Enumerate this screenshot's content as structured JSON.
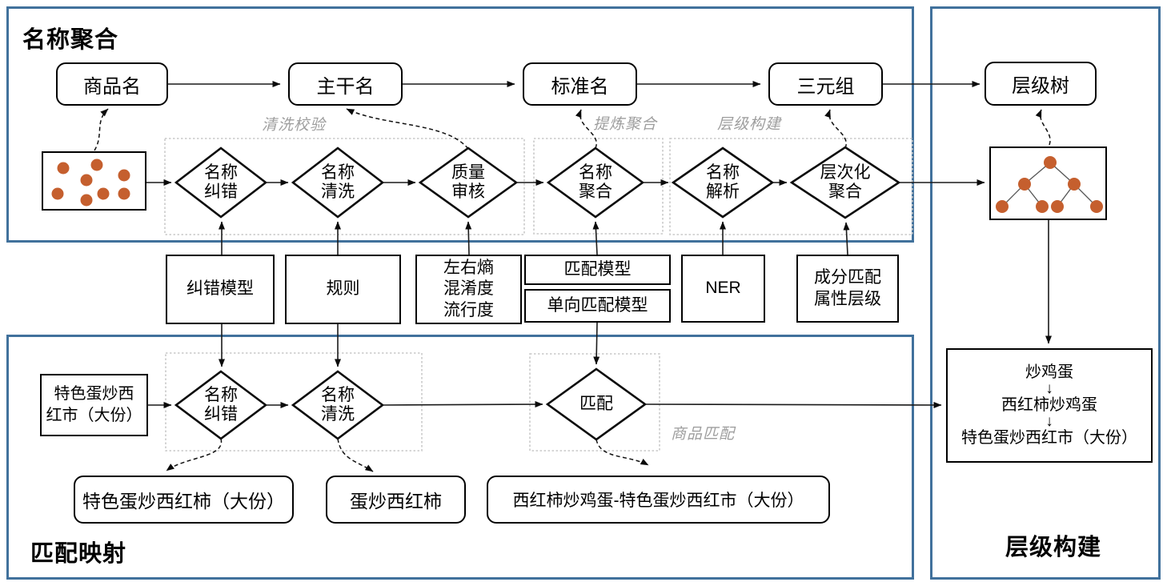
{
  "colors": {
    "panel_border": "#41719C",
    "dot_fill": "#C55F2E",
    "line": "#1a1a1a",
    "group_label": "#9e9e9e"
  },
  "panels": {
    "name_aggregation": {
      "title": "名称聚合"
    },
    "match_mapping": {
      "title": "匹配映射"
    },
    "hierarchy_build": {
      "title": "层级构建"
    }
  },
  "pipeline_nodes": {
    "product_name": "商品名",
    "trunk_name": "主干名",
    "standard_name": "标准名",
    "triple": "三元组",
    "hierarchy_tree": "层级树"
  },
  "diamonds": {
    "name_correct": "名称\n纠错",
    "name_clean": "名称\n清洗",
    "quality_review": "质量\n审核",
    "name_aggregate": "名称\n聚合",
    "name_parse": "名称\n解析",
    "hierarchical_aggregate": "层次化\n聚合",
    "name_correct_2": "名称\n纠错",
    "name_clean_2": "名称\n清洗",
    "match": "匹配"
  },
  "group_labels": {
    "clean_verify": "清洗校验",
    "refine_aggregate": "提炼聚合",
    "hierarchy_build": "层级构建",
    "product_match": "商品匹配"
  },
  "model_boxes": {
    "correction_model": "纠错模型",
    "rules": "规则",
    "entropy_metrics": "左右熵\n混淆度\n流行度",
    "match_model": "匹配模型",
    "oneway_match_model": "单向匹配模型",
    "ner": "NER",
    "component_match": "成分匹配\n属性层级"
  },
  "match_flow": {
    "input": "特色蛋炒西\n红市（大份）",
    "output_corrected": "特色蛋炒西红柿（大份）",
    "output_cleaned": "蛋炒西红柿",
    "output_matched": "西红柿炒鸡蛋-特色蛋炒西红市（大份）"
  },
  "hierarchy_result": {
    "levels": [
      "炒鸡蛋",
      "西红柿炒鸡蛋",
      "特色蛋炒西红市（大份）"
    ],
    "arrow": "↓"
  }
}
